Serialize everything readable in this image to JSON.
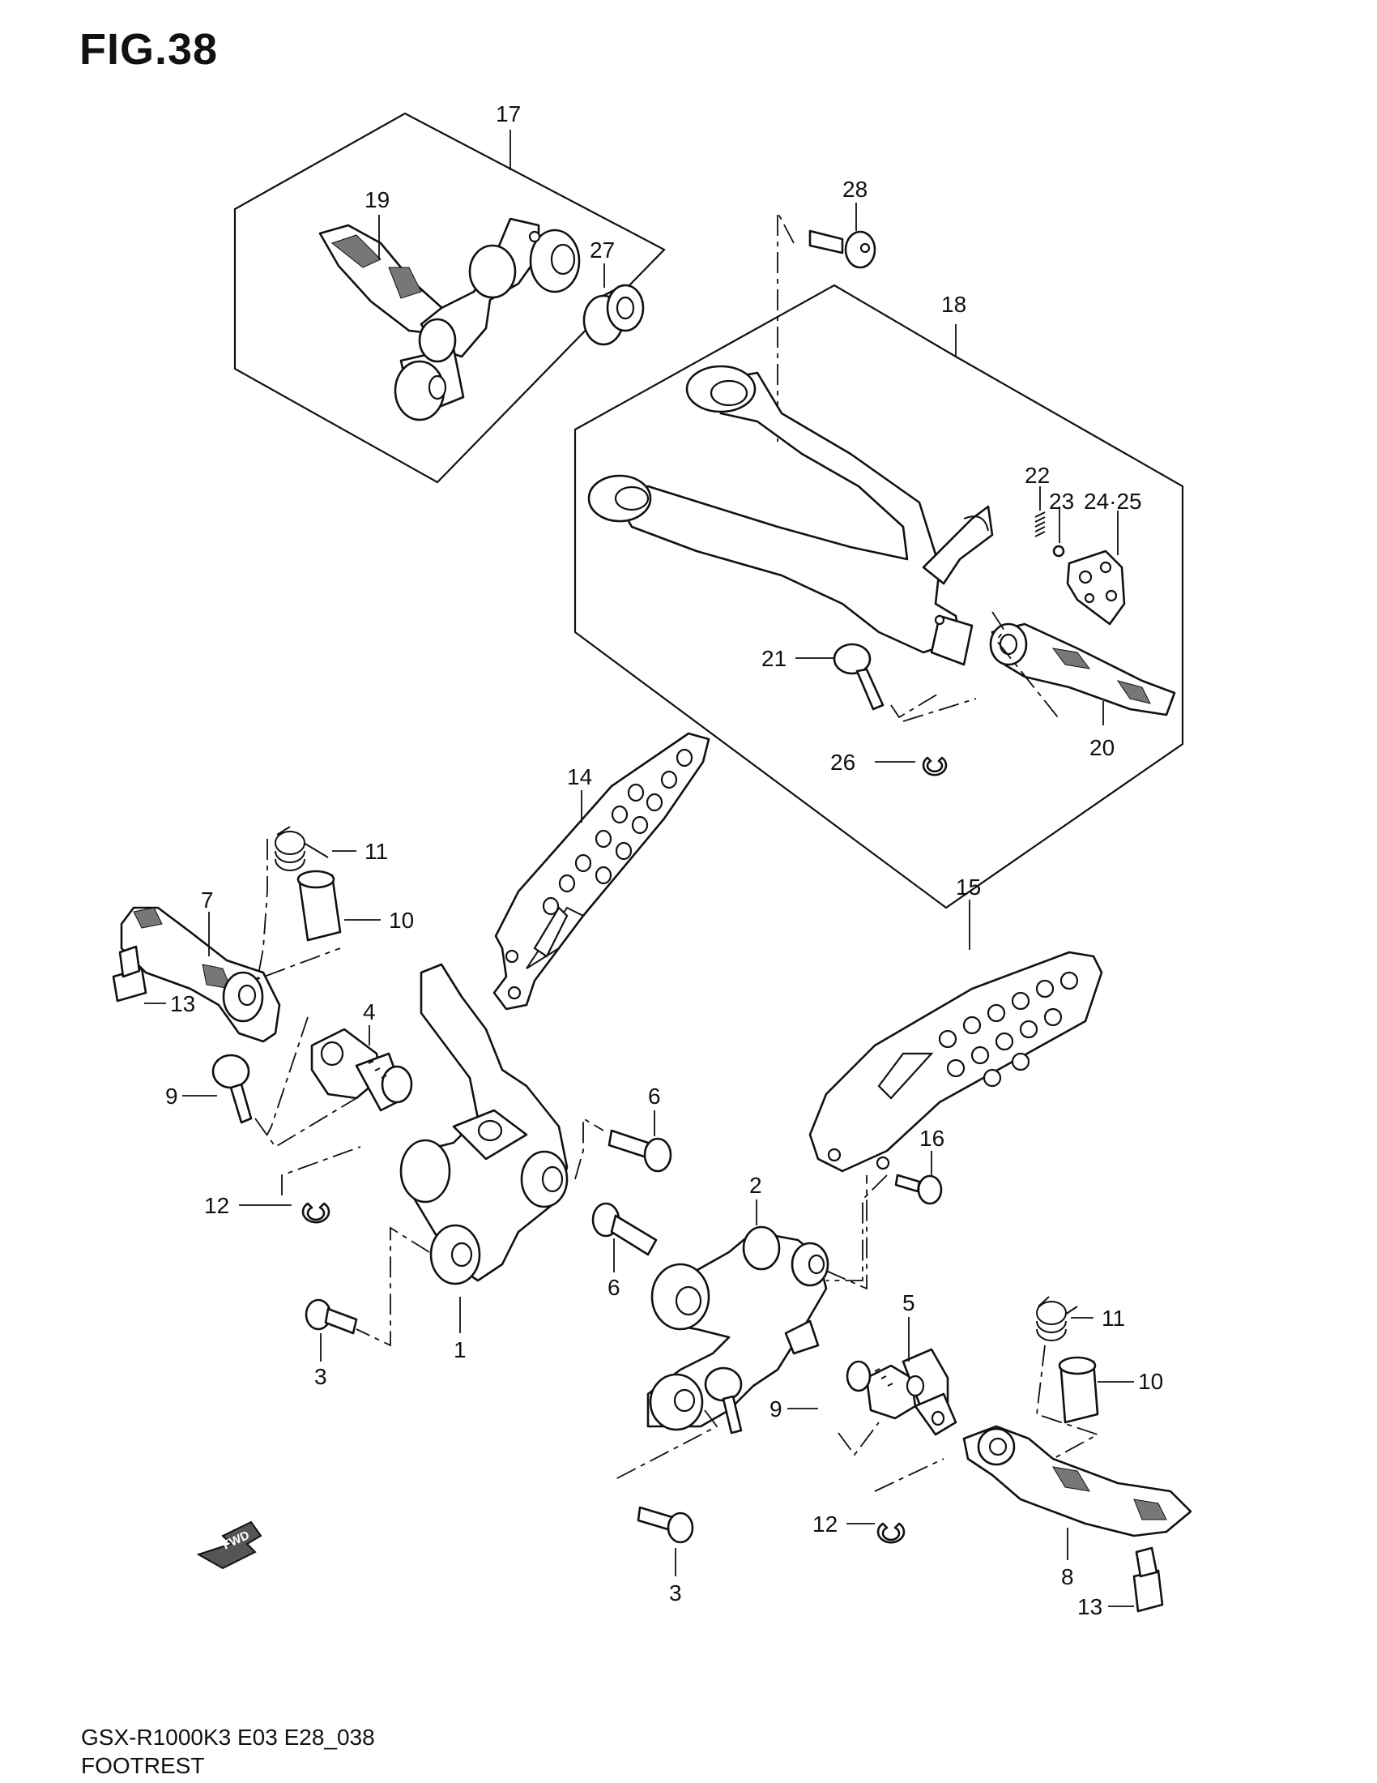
{
  "figure": {
    "title": "FIG.38"
  },
  "footer": {
    "model_code": "GSX-R1000K3 E03 E28_038",
    "section": "FOOTREST"
  },
  "fwd_arrow": {
    "label": "FWD"
  },
  "callouts": [
    {
      "num": "17"
    },
    {
      "num": "19"
    },
    {
      "num": "27"
    },
    {
      "num": "28"
    },
    {
      "num": "18"
    },
    {
      "num": "22"
    },
    {
      "num": "23"
    },
    {
      "num": "24·25"
    },
    {
      "num": "21"
    },
    {
      "num": "26"
    },
    {
      "num": "20"
    },
    {
      "num": "14"
    },
    {
      "num": "11"
    },
    {
      "num": "7"
    },
    {
      "num": "10"
    },
    {
      "num": "13"
    },
    {
      "num": "4"
    },
    {
      "num": "15"
    },
    {
      "num": "9"
    },
    {
      "num": "6"
    },
    {
      "num": "16"
    },
    {
      "num": "12"
    },
    {
      "num": "2"
    },
    {
      "num": "6"
    },
    {
      "num": "1"
    },
    {
      "num": "3"
    },
    {
      "num": "11"
    },
    {
      "num": "5"
    },
    {
      "num": "10"
    },
    {
      "num": "9"
    },
    {
      "num": "12"
    },
    {
      "num": "8"
    },
    {
      "num": "3"
    },
    {
      "num": "13"
    }
  ]
}
